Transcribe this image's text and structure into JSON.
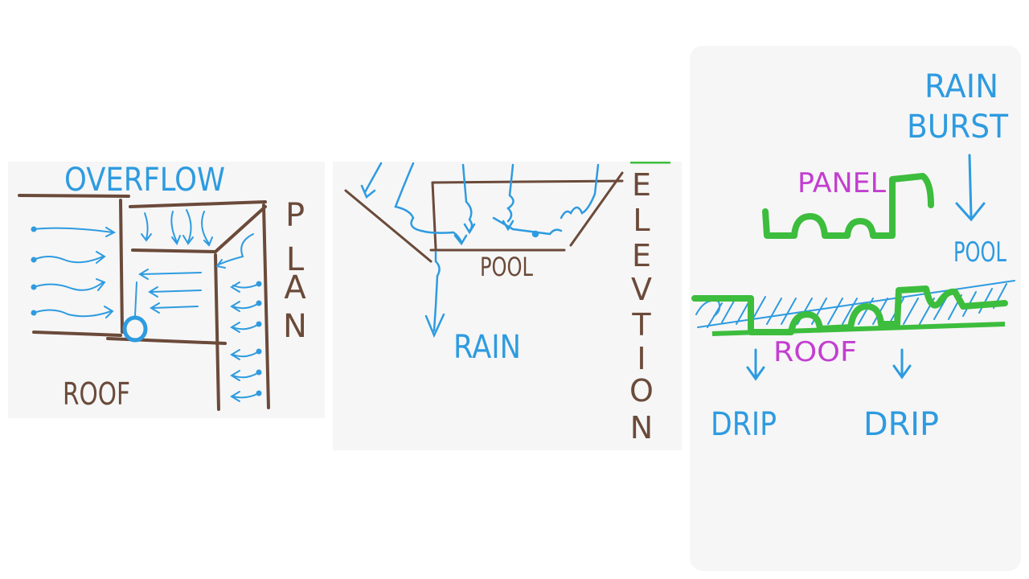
{
  "colors": {
    "structure": "#6b4a3a",
    "water": "#2e9be0",
    "panel": "#3dbd3d",
    "label_accent": "#c23fd0",
    "panel_bg": "#f6f6f6",
    "page_bg": "#ffffff"
  },
  "plan": {
    "overflow_label": "OVERFLOW",
    "roof_label": "ROOF",
    "side_title_letters": [
      "P",
      "L",
      "A",
      "N"
    ]
  },
  "elevation": {
    "pool_label": "POOL",
    "rain_label": "RAIN",
    "side_title_letters": [
      "E",
      "L",
      "E",
      "V",
      "T",
      "I",
      "O",
      "N"
    ]
  },
  "section": {
    "rain_label_line1": "RAIN",
    "rain_label_line2": "BURST",
    "panel_label": "PANEL",
    "pool_label": "POOL",
    "roof_label": "ROOF",
    "drip_left_label": "DRIP",
    "drip_right_label": "DRIP"
  }
}
